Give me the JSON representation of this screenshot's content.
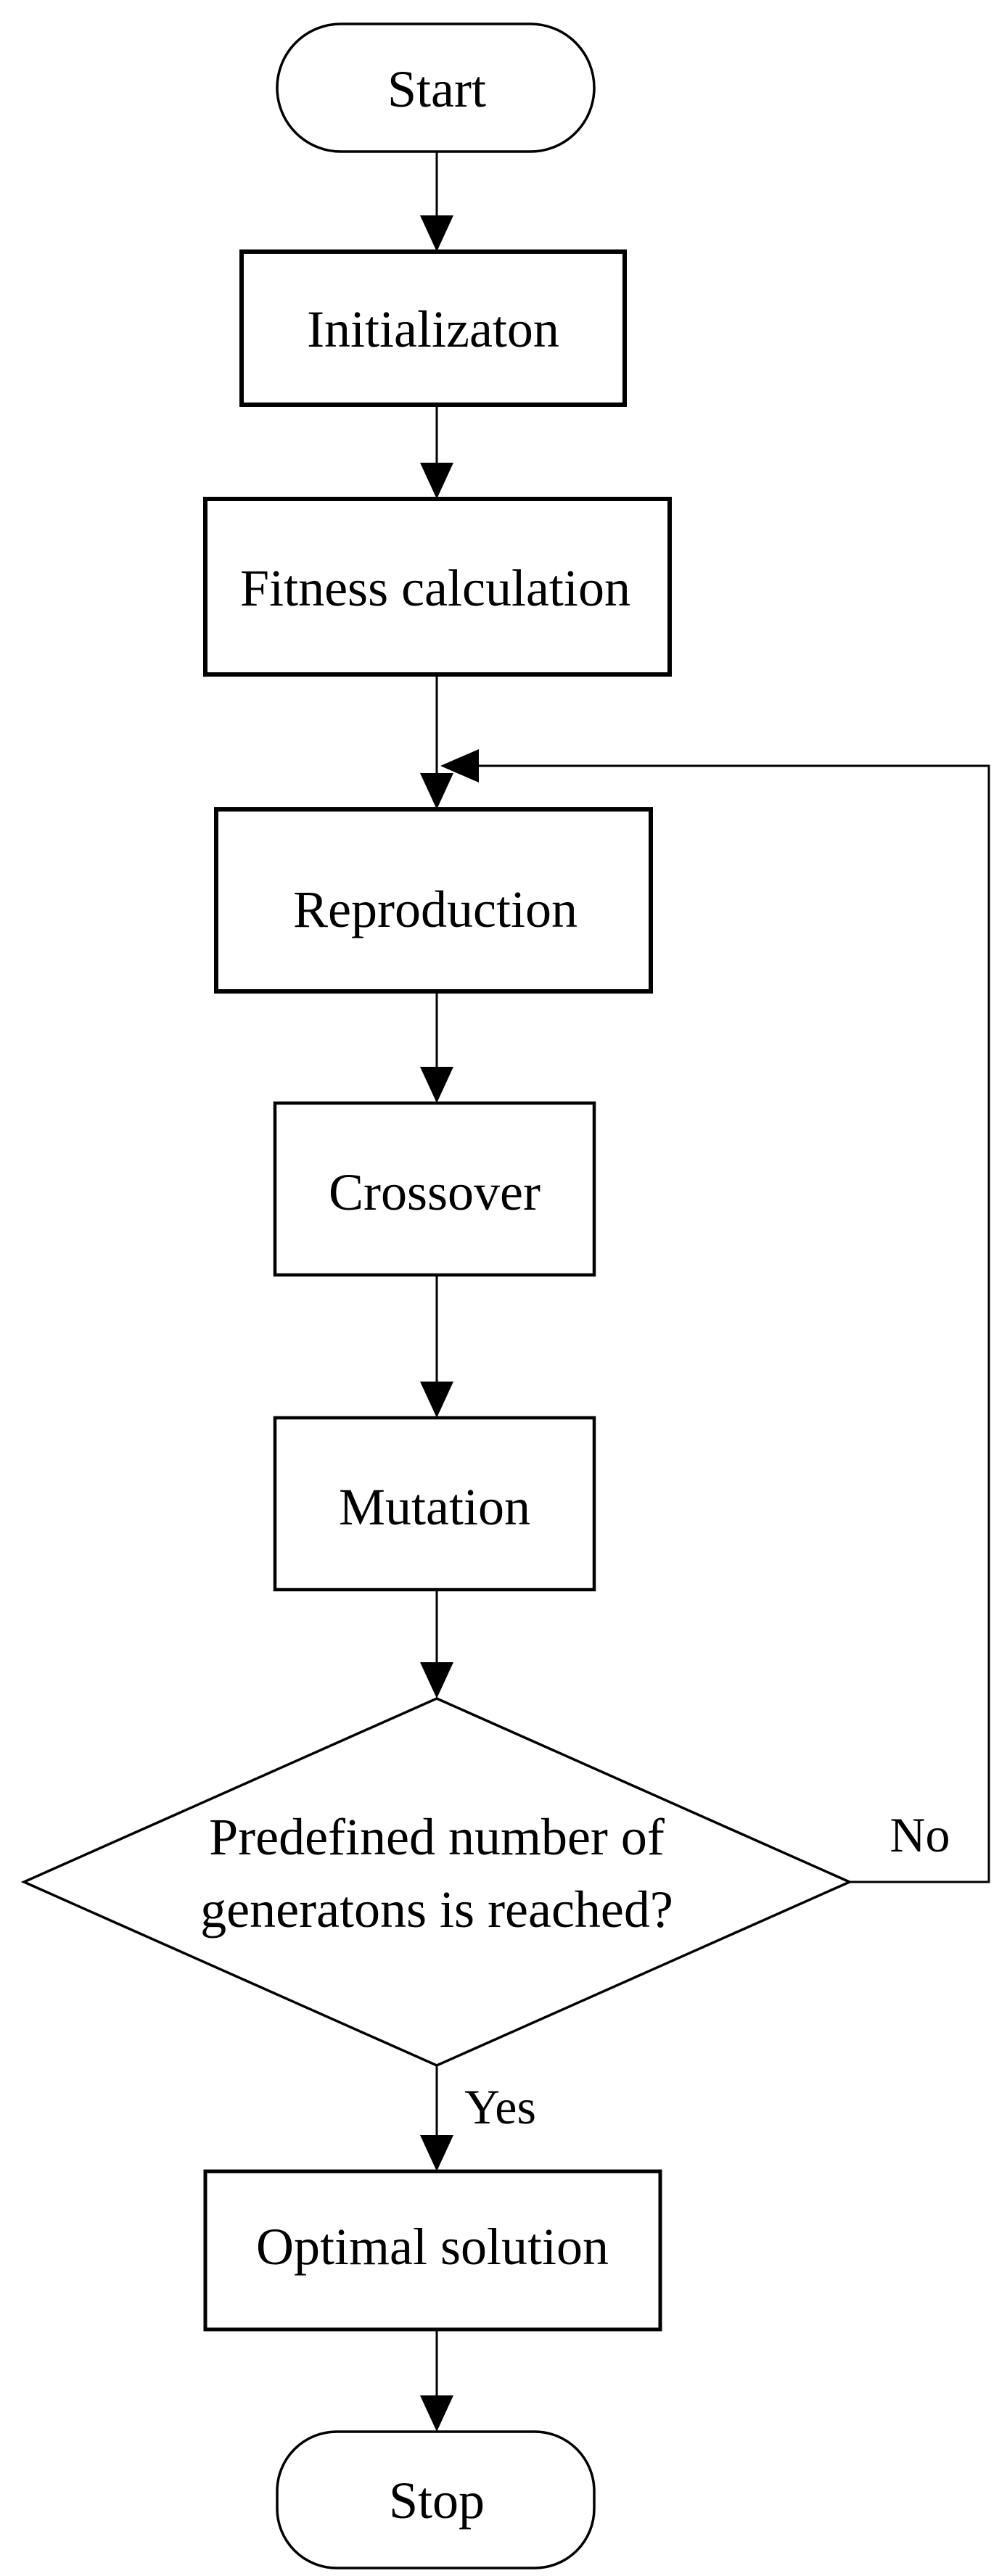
{
  "flowchart": {
    "background_color": "#ffffff",
    "line_color": "#000000",
    "text_color": "#000000",
    "nodes": {
      "start": {
        "label": "Start",
        "shape": "stadium"
      },
      "initialization": {
        "label": "Initializaton",
        "shape": "process"
      },
      "fitness_calculation": {
        "label": "Fitness calculation",
        "shape": "process"
      },
      "reproduction": {
        "label": "Reproduction",
        "shape": "process"
      },
      "crossover": {
        "label": "Crossover",
        "shape": "process"
      },
      "mutation": {
        "label": "Mutation",
        "shape": "process"
      },
      "decision": {
        "label_line1": "Predefined number of",
        "label_line2": "generatons is reached?",
        "shape": "decision"
      },
      "optimal_solution": {
        "label": "Optimal solution",
        "shape": "process"
      },
      "stop": {
        "label": "Stop",
        "shape": "stadium"
      }
    },
    "edge_labels": {
      "yes": "Yes",
      "no": "No"
    }
  }
}
